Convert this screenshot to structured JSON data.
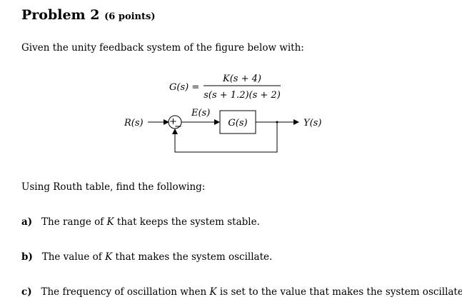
{
  "title": "Problem 2",
  "points": "(6 points)",
  "intro": "Given the unity feedback system of the figure below with:",
  "equation": {
    "lhs": "G(s) =",
    "numerator": "K(s + 4)",
    "denominator": "s(s + 1.2)(s + 2)"
  },
  "diagram": {
    "input": "R(s)",
    "error": "E(s)",
    "block": "G(s)",
    "output": "Y(s)",
    "plus": "+",
    "minus": "−"
  },
  "instruction": "Using Routh table, find the following:",
  "questions": [
    {
      "label": "a)",
      "pre": "The range of ",
      "var": "K",
      "post": " that keeps the system stable."
    },
    {
      "label": "b)",
      "pre": "The value of ",
      "var": "K",
      "post": " that makes the system oscillate."
    },
    {
      "label": "c)",
      "pre": "The frequency of oscillation when ",
      "var": "K",
      "post": " is set to the value that makes the system oscillate."
    }
  ]
}
